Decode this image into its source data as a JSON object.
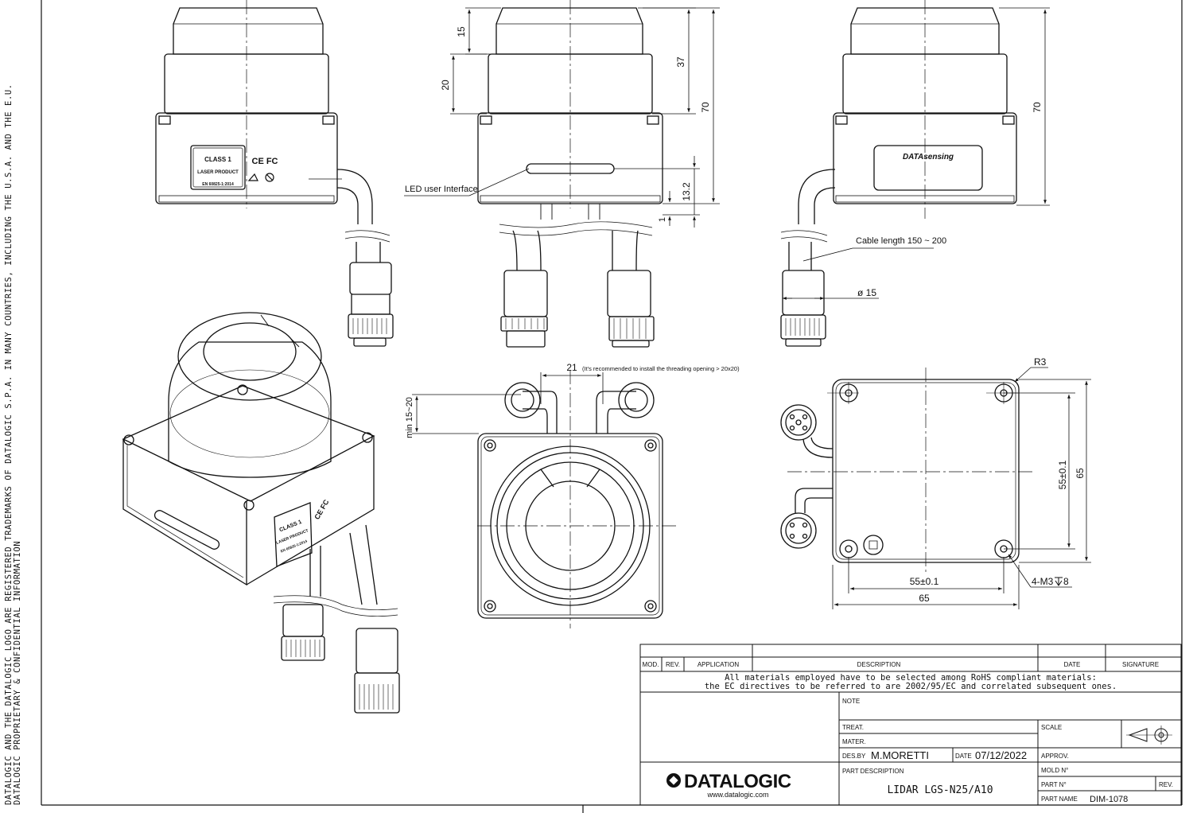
{
  "side_note": {
    "line1": "DATALOGIC AND THE DATALOGIC LOGO ARE REGISTERED TRADEMARKS OF DATALOGIC S.P.A. IN MANY COUNTRIES, INCLUDING THE U.S.A. AND THE E.U.",
    "line2": "DATALOGIC PROPRIETARY & CONFIDENTIAL INFORMATION"
  },
  "labels": {
    "class1": "CLASS 1",
    "laser_product": "LASER PRODUCT",
    "standard": "EN 60825-1:2014",
    "ce_fc": "CE FC",
    "datasensing": "DATAsensing",
    "led": "LED user Interface",
    "cable": "Cable length 150 ~ 200",
    "diameter": "ø 15",
    "threading_note": "(It's recommended to install the threading opening > 20x20)",
    "radius": "R3",
    "screws": "4-M3",
    "screw_depth": "8"
  },
  "dimensions": {
    "d15": "15",
    "d20": "20",
    "d37": "37",
    "d70_front": "70",
    "d70_side": "70",
    "d13_2": "13.2",
    "d1": "1",
    "d21": "21",
    "min": "min 15~20",
    "d55_vert": "55±0.1",
    "d65_vert": "65",
    "d55_horiz": "55±0.1",
    "d65_horiz": "65"
  },
  "title_block": {
    "headers": {
      "mod": "MOD.",
      "rev": "REV.",
      "application": "APPLICATION",
      "description": "DESCRIPTION",
      "date": "DATE",
      "signature": "SIGNATURE"
    },
    "note_line1": "All materials employed have to be selected among RoHS compliant materials:",
    "note_line2": "the EC directives to be referred to are 2002/95/EC and correlated subsequent ones.",
    "note": "NOTE",
    "treat": "TREAT.",
    "mater": "MATER.",
    "scale": "SCALE",
    "desby_label": "DES.BY",
    "desby_value": "M.MORETTI",
    "date_label": "DATE",
    "date_value": "07/12/2022",
    "approv": "APPROV.",
    "part_desc_label": "PART DESCRIPTION",
    "part_desc_value": "LIDAR LGS-N25/A10",
    "mold_label": "MOLD N°",
    "part_no_label": "PART N°",
    "rev_label": "REV.",
    "part_name_label": "PART NAME",
    "part_name_value": "DIM-1078",
    "logo": "DATALOGIC",
    "website": "www.datalogic.com"
  }
}
